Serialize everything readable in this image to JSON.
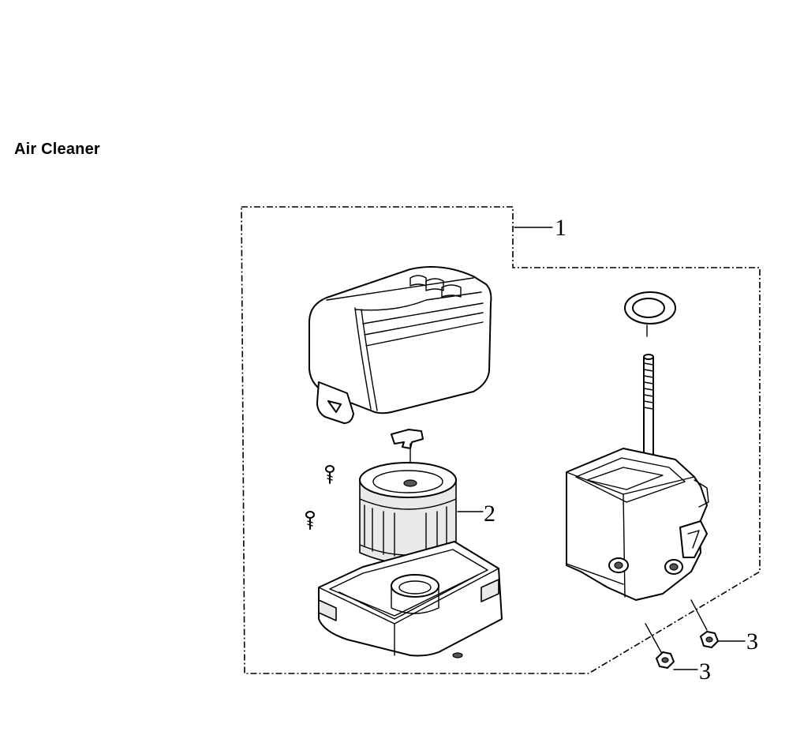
{
  "page": {
    "title": "Air Cleaner"
  },
  "callouts": [
    {
      "id": "callout-1",
      "label": "1"
    },
    {
      "id": "callout-2",
      "label": "2"
    },
    {
      "id": "callout-3a",
      "label": "3"
    },
    {
      "id": "callout-3b",
      "label": "3"
    }
  ]
}
